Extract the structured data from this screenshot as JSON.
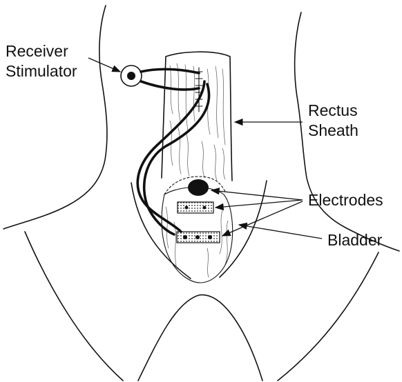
{
  "labels": {
    "receiver_line1": "Receiver",
    "receiver_line2": "Stimulator",
    "rectus_line1": "Rectus",
    "rectus_line2": "Sheath",
    "electrodes": "Electrodes",
    "bladder": "Bladder"
  },
  "colors": {
    "ink": "#111111",
    "background": "#ffffff"
  }
}
